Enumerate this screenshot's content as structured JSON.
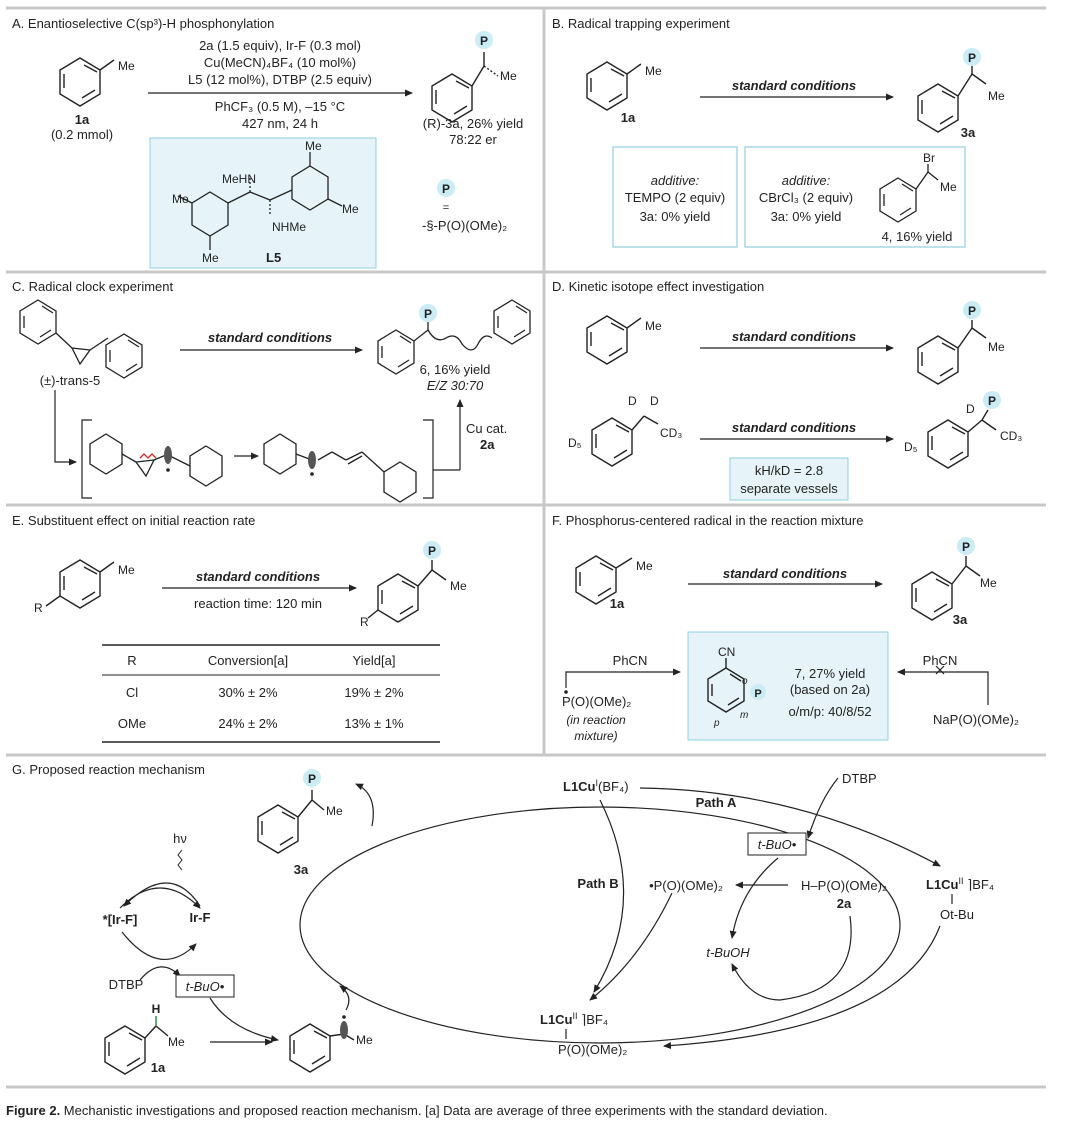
{
  "panels": {
    "A": {
      "title": "A. Enantioselective C(sp³)-H phosphonylation",
      "reagents_1": "2a (1.5 equiv), Ir-F (0.3 mol)",
      "reagents_2": "Cu(MeCN)₄BF₄ (10 mol%)",
      "reagents_3": "L5 (12 mol%), DTBP (2.5 equiv)",
      "conditions_1": "PhCF₃ (0.5 M), –15 °C",
      "conditions_2": "427 nm, 24 h",
      "substrate_label": "1a",
      "substrate_amount": "(0.2 mmol)",
      "product_label": "(R)-3a, 26% yield",
      "product_er": "78:22 er",
      "ligand_label": "L5",
      "ligand_meHN": "MeHN",
      "ligand_NHMe": "NHMe",
      "p_group": "-§-P(O)(OMe)₂",
      "p_eq": "="
    },
    "B": {
      "title": "B. Radical trapping experiment",
      "arrow_label": "standard conditions",
      "substrate_label": "1a",
      "product_label": "3a",
      "box1_line1": "additive:",
      "box1_line2": "TEMPO (2 equiv)",
      "box1_line3": "3a: 0% yield",
      "box2_line1": "additive:",
      "box2_line2": "CBrCl₃ (2 equiv)",
      "box2_line3": "3a: 0% yield",
      "bromide_label": "4, 16% yield"
    },
    "C": {
      "title": "C. Radical clock experiment",
      "arrow_label": "standard conditions",
      "substrate_label": "(±)-trans-5",
      "product_label": "6, 16% yield",
      "product_ez": "E/Z 30:70",
      "side_arrow_1": "Cu cat.",
      "side_arrow_2": "2a"
    },
    "D": {
      "title": "D. Kinetic isotope effect investigation",
      "arrow_label": "standard conditions",
      "arrow_label_2": "standard conditions",
      "kie": "kH/kD = 2.8",
      "kie_note": "separate vessels"
    },
    "E": {
      "title": "E. Substituent effect on initial reaction rate",
      "arrow_label": "standard conditions",
      "reaction_time": "reaction time: 120 min",
      "table": {
        "headers": [
          "R",
          "Conversion[a]",
          "Yield[a]"
        ],
        "rows": [
          [
            "Cl",
            "30% ± 2%",
            "19% ± 2%"
          ],
          [
            "OMe",
            "24%  ± 2%",
            "13% ± 1%"
          ]
        ]
      }
    },
    "F": {
      "title": "F. Phosphorus-centered radical in the reaction mixture",
      "arrow_label": "standard conditions",
      "substrate_label": "1a",
      "product_label": "3a",
      "left_reagent": "PhCN",
      "right_reagent": "PhCN",
      "radical": "P(O)(OMe)₂",
      "radical_note_1": "(in reaction",
      "radical_note_2": "mixture)",
      "salt": "NaP(O)(OMe)₂",
      "product7_1": "7, 27% yield",
      "product7_2": "(based on 2a)",
      "product7_ratio": "o/m/p: 40/8/52"
    },
    "G": {
      "title": "G. Proposed reaction mechanism",
      "cu1": "L1CuI(BF4)",
      "path_a": "Path A",
      "path_b": "Path B",
      "dtbp_top": "DTBP",
      "tbuo_box": "t-BuO•",
      "p_radical": "•P(O)(OMe)₂",
      "hp": "H–P(O)(OMe)₂",
      "hp_label": "2a",
      "tbuoh": "t-BuOH",
      "cu2_otbu": "Ot-Bu",
      "hv": "hν",
      "ir_excited": "*[Ir-F]",
      "ir": "Ir-F",
      "dtbp_left": "DTBP",
      "tbuo_box_2": "t-BuO•",
      "product_label": "3a",
      "substrate_label": "1a"
    }
  },
  "caption": {
    "bold": "Figure 2.",
    "text": " Mechanistic investigations and proposed reaction mechanism. [a] Data are average of three experiments with the standard deviation."
  },
  "colors": {
    "p_badge_fill": "#c9ecf5",
    "p_badge_text": "#1f8a3c",
    "box_fill": "#e6f4f9",
    "box_stroke": "#8fcfe3",
    "frame": "#c8c8c8",
    "radical_clock_mark": "#e02020",
    "h_green": "#1f8a3c"
  }
}
